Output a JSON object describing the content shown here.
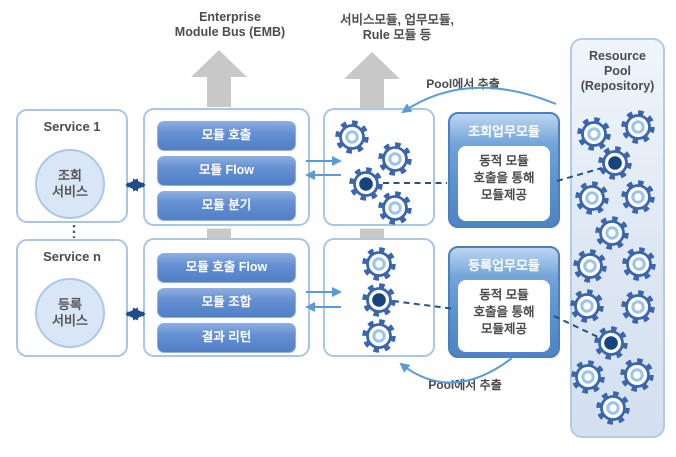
{
  "labels": {
    "emb_line1": "Enterprise",
    "emb_line2": "Module Bus (EMB)",
    "modules_line1": "서비스모듈, 업무모듈,",
    "modules_line2": "Rule 모듈 등",
    "pool_extract_top": "Pool에서 추출",
    "pool_extract_bottom": "Pool에서 추출"
  },
  "resource_pool": {
    "title_line1": "Resource",
    "title_line2": "Pool",
    "title_line3": "(Repository)"
  },
  "services": [
    {
      "title": "Service 1",
      "circle_line1": "조회",
      "circle_line2": "서비스"
    },
    {
      "title": "Service n",
      "circle_line1": "등록",
      "circle_line2": "서비스"
    }
  ],
  "bus_rows": [
    {
      "buttons": [
        "모듈 호출",
        "모듈 Flow",
        "모듈 분기"
      ]
    },
    {
      "buttons": [
        "모듈 호출 Flow",
        "모듈 조합",
        "결과 리턴"
      ]
    }
  ],
  "module_boxes": [
    {
      "title": "조회업무모듈",
      "body_line1": "동적 모듈",
      "body_line2": "호출을 통해",
      "body_line3": "모듈제공"
    },
    {
      "title": "등록업무모듈",
      "body_line1": "동적 모듈",
      "body_line2": "호출을 통해",
      "body_line3": "모듈제공"
    }
  ],
  "colors": {
    "pill_blue": "#5b87c9",
    "navy_arrow": "#1d4e89",
    "box_border_blue": "#a9c6e6",
    "module_box_blue": "#5b92cf",
    "gear_blue": "#3c66ab",
    "gear_dark_center": "#16457e",
    "gray_arrow": "#c8c8c8",
    "curve_blue": "#5b9bd5"
  }
}
